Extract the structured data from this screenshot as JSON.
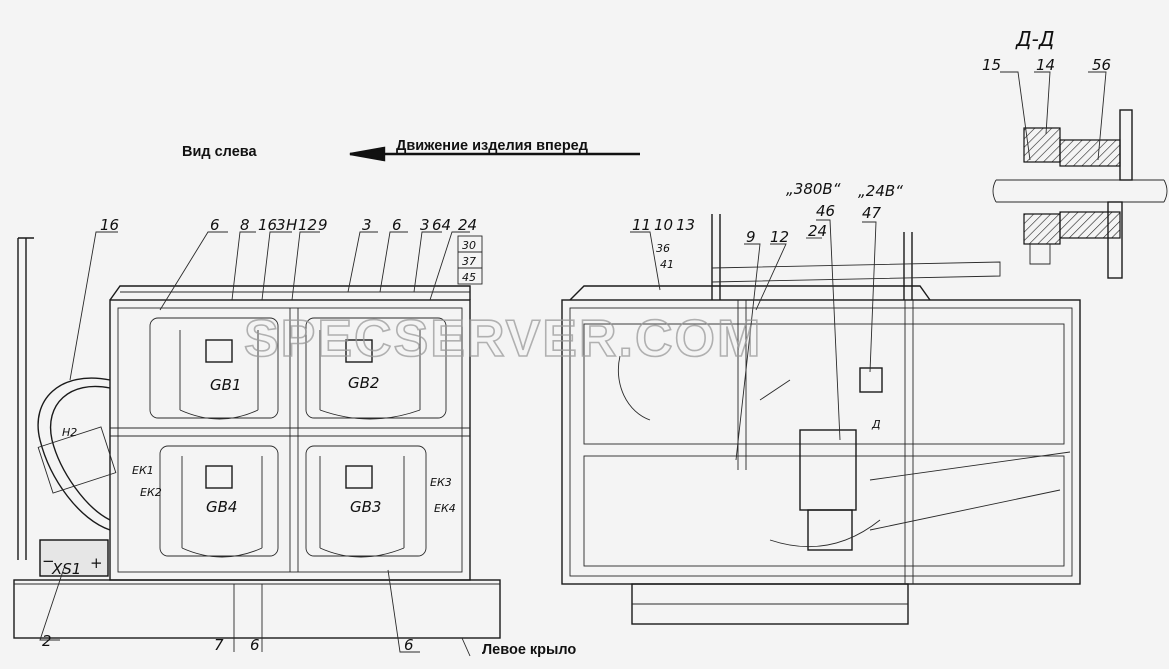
{
  "labels": {
    "view_left": "Вид слева",
    "direction": "Движение изделия вперед",
    "left_wing": "Левое крыло",
    "section": "Д-Д",
    "voltage_380": "„380В“",
    "voltage_24": "„24В“",
    "watermark": "SPECSERVER.COM"
  },
  "callouts_left_top": [
    "16",
    "6",
    "8",
    "16",
    "3",
    "Н",
    "12",
    "9",
    "3",
    "6",
    "3",
    "64",
    "24"
  ],
  "callouts_stack": [
    "30",
    "37",
    "45"
  ],
  "callouts_left_bottom": [
    "2",
    "7",
    "6",
    "6"
  ],
  "callouts_right_top": [
    "11",
    "10",
    "13",
    "36",
    "41",
    "9",
    "12",
    "46",
    "24",
    "47"
  ],
  "callouts_section": [
    "15",
    "14",
    "56"
  ],
  "batteries": [
    "GB1",
    "GB2",
    "GB4",
    "GB3"
  ],
  "heaters": [
    "ЕК1",
    "ЕК2",
    "ЕК3",
    "ЕК4"
  ],
  "misc": {
    "h2": "Н2",
    "xs1": "XS1",
    "plus": "+",
    "minus": "−",
    "d_mark": "Д"
  }
}
